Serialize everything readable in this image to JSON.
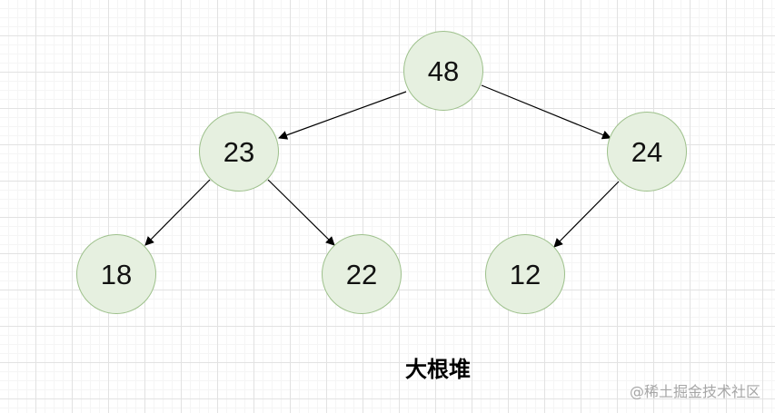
{
  "diagram": {
    "caption": "大根堆",
    "watermark": "@稀土掘金技术社区",
    "colors": {
      "node_fill": "#e6f0e0",
      "node_border": "#9dc08b",
      "edge": "#000000",
      "text": "#111111"
    },
    "nodes": [
      {
        "id": "n48",
        "label": "48"
      },
      {
        "id": "n23",
        "label": "23"
      },
      {
        "id": "n24",
        "label": "24"
      },
      {
        "id": "n18",
        "label": "18"
      },
      {
        "id": "n22",
        "label": "22"
      },
      {
        "id": "n12",
        "label": "12"
      }
    ],
    "edges": [
      {
        "from": "n48",
        "to": "n23"
      },
      {
        "from": "n48",
        "to": "n24"
      },
      {
        "from": "n23",
        "to": "n18"
      },
      {
        "from": "n23",
        "to": "n22"
      },
      {
        "from": "n24",
        "to": "n12"
      }
    ]
  }
}
